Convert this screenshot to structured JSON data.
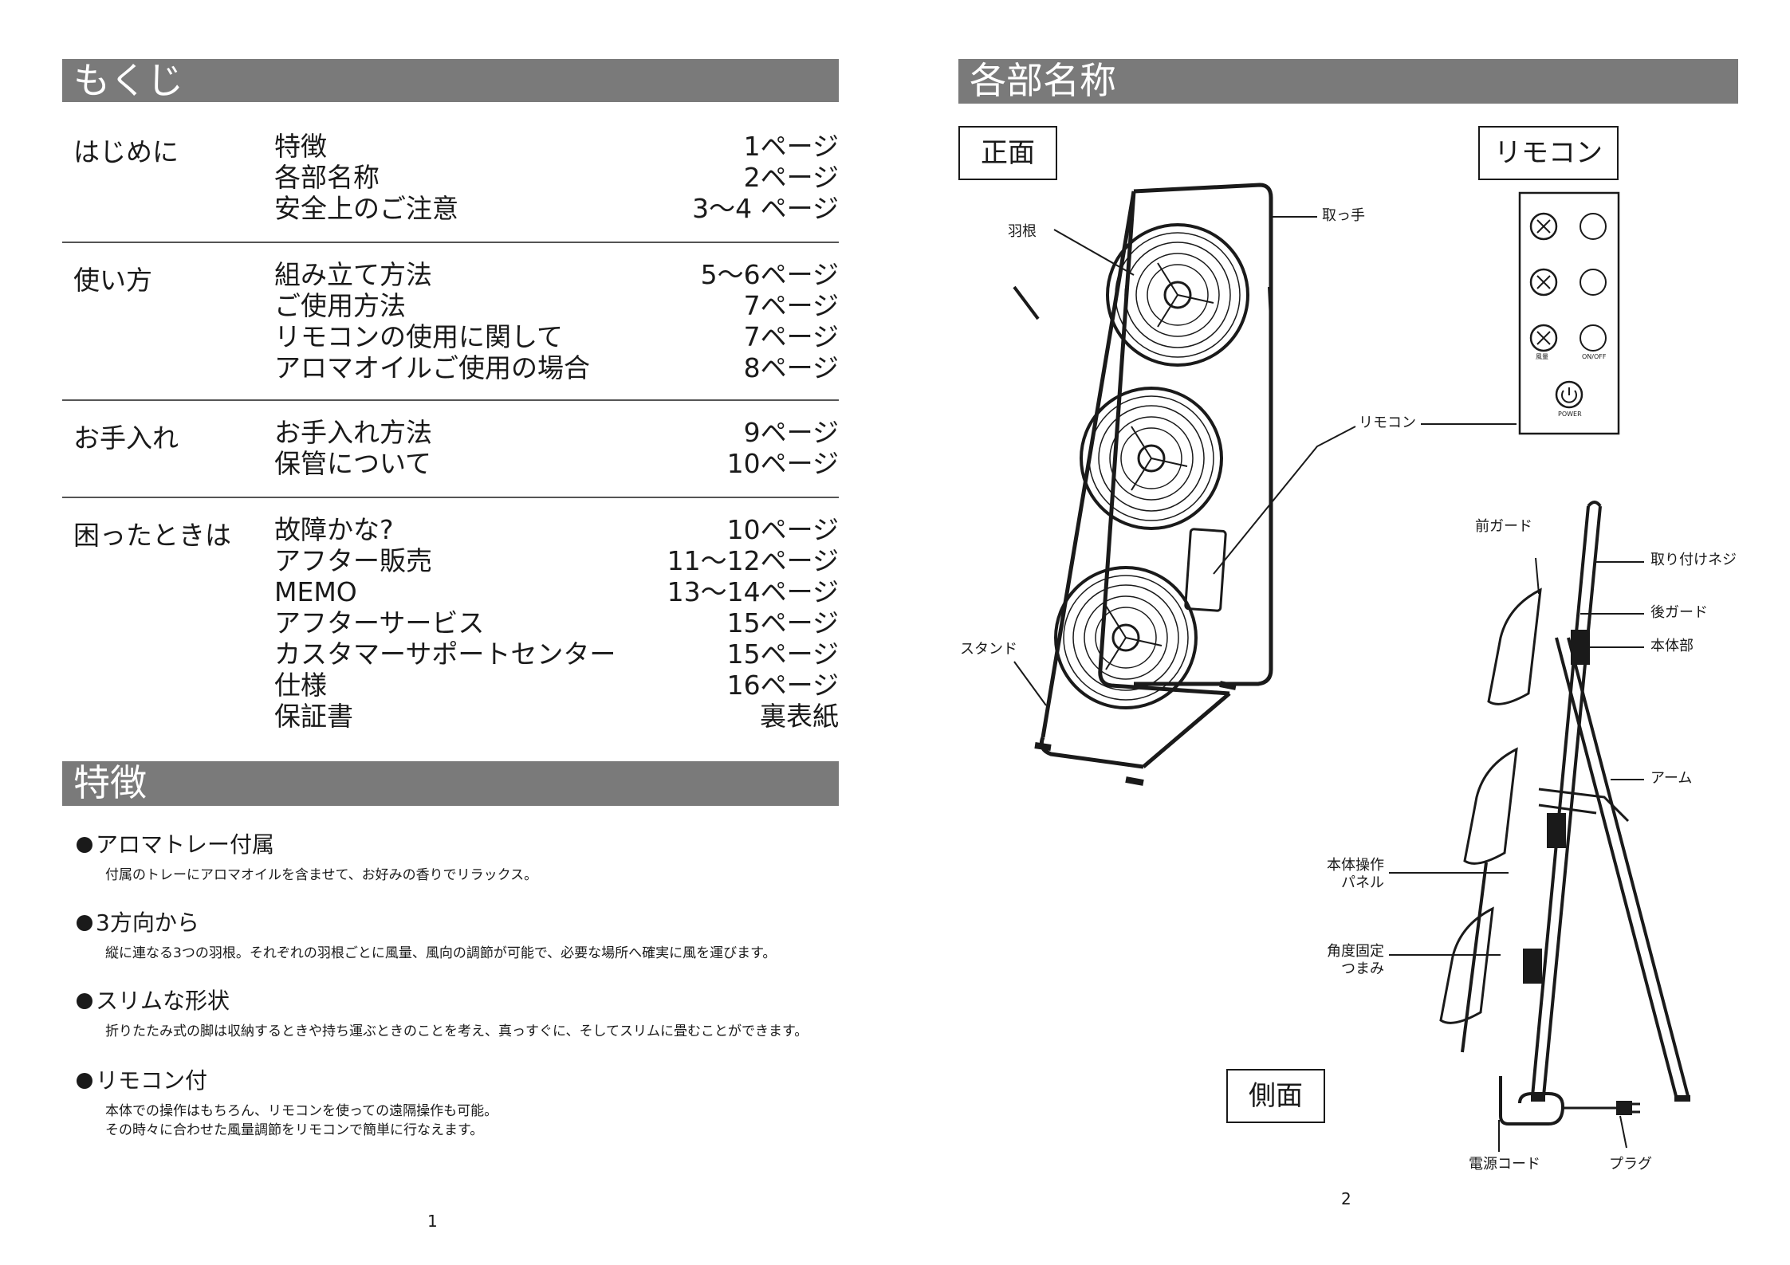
{
  "left_page": {
    "toc_title": "もくじ",
    "toc_groups": [
      {
        "category": "はじめに",
        "items": [
          {
            "title": "特徴",
            "page": "1ページ"
          },
          {
            "title": "各部名称",
            "page": "2ページ"
          },
          {
            "title": "安全上のご注意",
            "page": "3〜4 ページ"
          }
        ]
      },
      {
        "category": "使い方",
        "items": [
          {
            "title": "組み立て方法",
            "page": "5〜6ページ"
          },
          {
            "title": "ご使用方法",
            "page": "7ページ"
          },
          {
            "title": "リモコンの使用に関して",
            "page": "7ページ"
          },
          {
            "title": "アロマオイルご使用の場合",
            "page": "8ページ"
          }
        ]
      },
      {
        "category": "お手入れ",
        "items": [
          {
            "title": "お手入れ方法",
            "page": "9ページ"
          },
          {
            "title": "保管について",
            "page": "10ページ"
          }
        ]
      },
      {
        "category": "困ったときは",
        "items": [
          {
            "title": "故障かな?",
            "page": "10ページ"
          },
          {
            "title": "アフター販売",
            "page": "11〜12ページ"
          },
          {
            "title": "MEMO",
            "page": "13〜14ページ"
          },
          {
            "title": "アフターサービス",
            "page": "15ページ"
          },
          {
            "title": "カスタマーサポートセンター",
            "page": "15ページ"
          },
          {
            "title": "仕様",
            "page": "16ページ"
          },
          {
            "title": "保証書",
            "page": "裏表紙"
          }
        ]
      }
    ],
    "features_title": "特徴",
    "features": [
      {
        "heading": "アロマトレー付属",
        "description": "付属のトレーにアロマオイルを含ませて、お好みの香りでリラックス。"
      },
      {
        "heading": "3方向から",
        "description": "縦に連なる3つの羽根。それぞれの羽根ごとに風量、風向の調節が可能で、必要な場所へ確実に風を運びます。"
      },
      {
        "heading": "スリムな形状",
        "description": "折りたたみ式の脚は収納するときや持ち運ぶときのことを考え、真っすぐに、そしてスリムに畳むことができます。"
      },
      {
        "heading": "リモコン付",
        "description": "本体での操作はもちろん、リモコンを使っての遠隔操作も可能。\nその時々に合わせた風量調節をリモコンで簡単に行なえます。"
      }
    ],
    "page_number": "1"
  },
  "right_page": {
    "title": "各部名称",
    "front_label": "正面",
    "remote_label": "リモコン",
    "side_label": "側面",
    "front_callouts": {
      "handle": "取っ手",
      "blade": "羽根",
      "stand": "スタンド",
      "remote": "リモコン"
    },
    "side_callouts": {
      "front_guard": "前ガード",
      "mount_screw": "取り付けネジ",
      "rear_guard": "後ガード",
      "body": "本体部",
      "arm": "アーム",
      "control_panel": "本体操作\nパネル",
      "angle_knob": "角度固定\nつまみ",
      "power_cord": "電源コード",
      "plug": "プラグ"
    },
    "remote_buttons": {
      "speed": "風量",
      "onoff": "ON/OFF",
      "power": "POWER"
    },
    "page_number": "2"
  }
}
